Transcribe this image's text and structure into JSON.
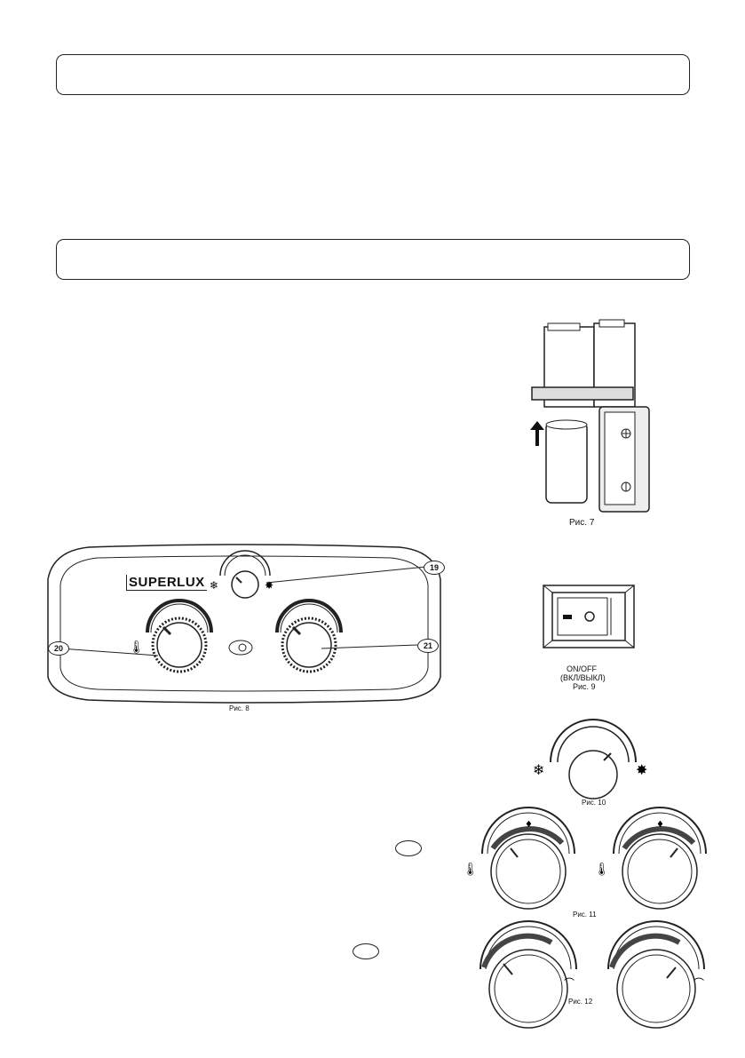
{
  "figures": {
    "fig7": {
      "caption": "Рис. 7"
    },
    "fig8": {
      "caption": "Рис. 8",
      "brand": "SUPERLUX",
      "callouts": [
        "19",
        "20",
        "21"
      ]
    },
    "fig9": {
      "label_line1": "ON/OFF",
      "label_line2": "(ВКЛ/ВЫКЛ)",
      "caption": "Рис. 9"
    },
    "fig10": {
      "caption": "Рис. 10"
    },
    "fig11": {
      "caption": "Рис. 11"
    },
    "fig12": {
      "caption": "Рис. 12"
    }
  }
}
